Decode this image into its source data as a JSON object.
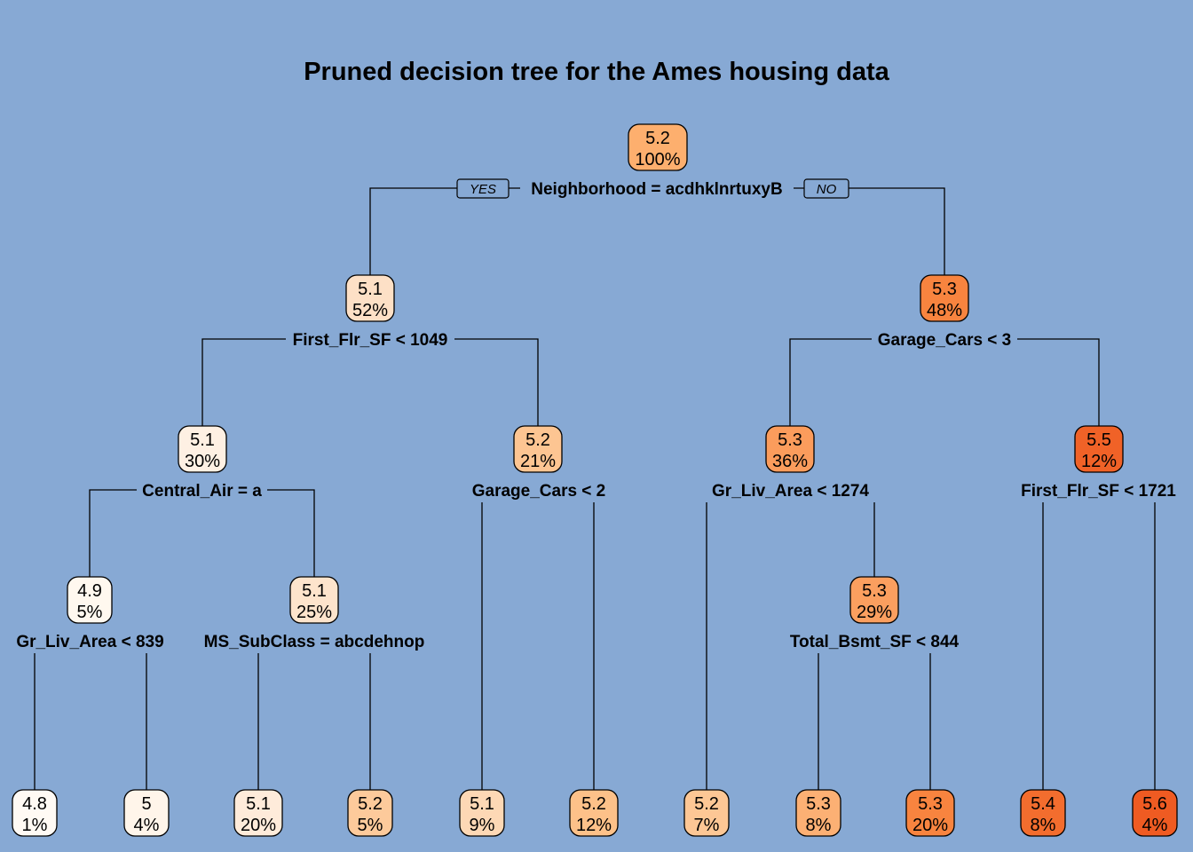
{
  "title": "Pruned decision tree for the Ames housing data",
  "colors": {
    "background": "#87a9d4",
    "edge": "#000000"
  },
  "yes_label": "YES",
  "no_label": "NO",
  "nodes": [
    {
      "id": "root",
      "value": "5.2",
      "pct": "100%",
      "split": "Neighborhood = acdhklnrtuxyB",
      "color": "#fdaf6e"
    },
    {
      "id": "n2",
      "value": "5.1",
      "pct": "52%",
      "split": "First_Flr_SF < 1049",
      "color": "#fde0c6"
    },
    {
      "id": "n3",
      "value": "5.3",
      "pct": "48%",
      "split": "Garage_Cars < 3",
      "color": "#f8843f"
    },
    {
      "id": "n4",
      "value": "5.1",
      "pct": "30%",
      "split": "Central_Air = a",
      "color": "#fef0e3"
    },
    {
      "id": "n5",
      "value": "5.2",
      "pct": "21%",
      "split": "Garage_Cars < 2",
      "color": "#fdc592"
    },
    {
      "id": "n6",
      "value": "5.3",
      "pct": "36%",
      "split": "Gr_Liv_Area < 1274",
      "color": "#fb9c5c"
    },
    {
      "id": "n7",
      "value": "5.5",
      "pct": "12%",
      "split": "First_Flr_SF < 1721",
      "color": "#f06227"
    },
    {
      "id": "n8",
      "value": "4.9",
      "pct": "5%",
      "split": "Gr_Liv_Area < 839",
      "color": "#fff8ef"
    },
    {
      "id": "n9",
      "value": "5.1",
      "pct": "25%",
      "split": "MS_SubClass = abcdehnop",
      "color": "#fde4cc"
    },
    {
      "id": "n13",
      "value": "5.3",
      "pct": "29%",
      "split": "Total_Bsmt_SF < 844",
      "color": "#fb9f5f"
    },
    {
      "id": "l1",
      "value": "4.8",
      "pct": "1%",
      "split": "",
      "color": "#fffaf4"
    },
    {
      "id": "l2",
      "value": "5",
      "pct": "4%",
      "split": "",
      "color": "#fff5ea"
    },
    {
      "id": "l3",
      "value": "5.1",
      "pct": "20%",
      "split": "",
      "color": "#feebda"
    },
    {
      "id": "l4",
      "value": "5.2",
      "pct": "5%",
      "split": "",
      "color": "#fdca9b"
    },
    {
      "id": "l5",
      "value": "5.1",
      "pct": "9%",
      "split": "",
      "color": "#fdd8b5"
    },
    {
      "id": "l6",
      "value": "5.2",
      "pct": "12%",
      "split": "",
      "color": "#fdc189"
    },
    {
      "id": "l7",
      "value": "5.2",
      "pct": "7%",
      "split": "",
      "color": "#fdc795"
    },
    {
      "id": "l8",
      "value": "5.3",
      "pct": "8%",
      "split": "",
      "color": "#fcb074"
    },
    {
      "id": "l9",
      "value": "5.3",
      "pct": "20%",
      "split": "",
      "color": "#f8843f"
    },
    {
      "id": "l10",
      "value": "5.4",
      "pct": "8%",
      "split": "",
      "color": "#f36d2e"
    },
    {
      "id": "l11",
      "value": "5.6",
      "pct": "4%",
      "split": "",
      "color": "#ef5b22"
    }
  ],
  "edges": [
    [
      "root",
      "n2"
    ],
    [
      "root",
      "n3"
    ],
    [
      "n2",
      "n4"
    ],
    [
      "n2",
      "n5"
    ],
    [
      "n3",
      "n6"
    ],
    [
      "n3",
      "n7"
    ],
    [
      "n4",
      "n8"
    ],
    [
      "n4",
      "n9"
    ],
    [
      "n5",
      "l5"
    ],
    [
      "n5",
      "l6"
    ],
    [
      "n6",
      "l7"
    ],
    [
      "n6",
      "n13"
    ],
    [
      "n7",
      "l10"
    ],
    [
      "n7",
      "l11"
    ],
    [
      "n8",
      "l1"
    ],
    [
      "n8",
      "l2"
    ],
    [
      "n9",
      "l3"
    ],
    [
      "n9",
      "l4"
    ],
    [
      "n13",
      "l8"
    ],
    [
      "n13",
      "l9"
    ]
  ]
}
